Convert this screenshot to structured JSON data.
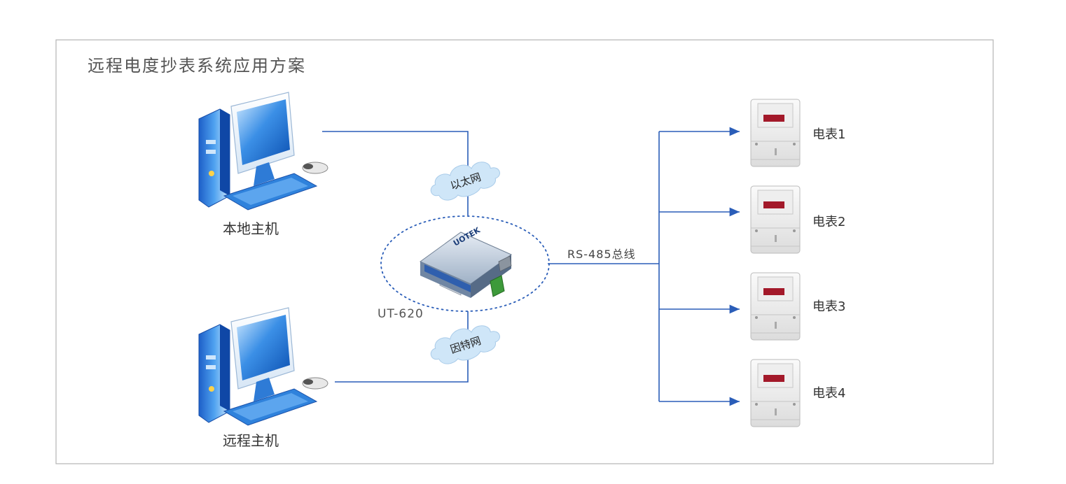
{
  "title": "远程电度抄表系统应用方案",
  "local_host": {
    "label": "本地主机"
  },
  "remote_host": {
    "label": "远程主机"
  },
  "ethernet": {
    "label": "以太网"
  },
  "internet": {
    "label": "因特网"
  },
  "converter": {
    "model": "UT-620",
    "brand": "UOTEK"
  },
  "bus": {
    "label": "RS-485总线"
  },
  "meters": [
    {
      "label": "电表1"
    },
    {
      "label": "电表2"
    },
    {
      "label": "电表3"
    },
    {
      "label": "电表4"
    }
  ],
  "colors": {
    "wire": "#2a5db8",
    "frame": "#b5b5b5",
    "cloud": "#cfe6f8",
    "meter_display": "#a3192a"
  }
}
